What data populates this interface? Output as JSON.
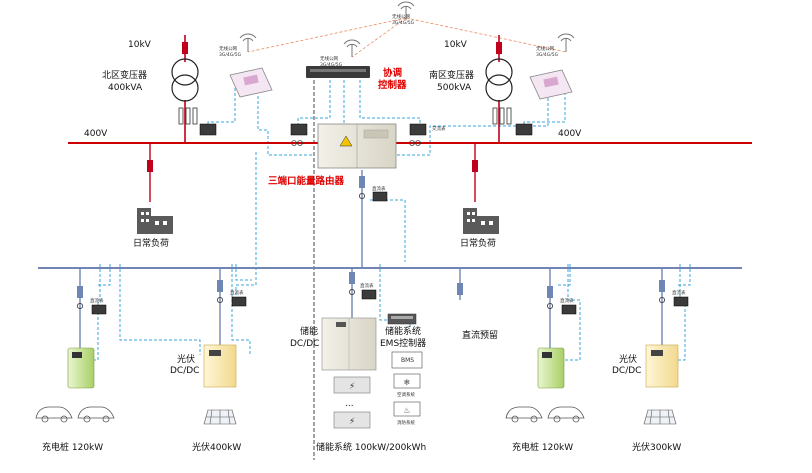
{
  "colors": {
    "ac_bus": "#cc0000",
    "dc_bus": "#6f86b4",
    "comm_line": "#3aa6de",
    "wireless": "#f08a60",
    "breaker": "#c0001a",
    "highlight_text": "#e00000"
  },
  "labels": {
    "wireless_top": [
      "无线公网",
      "3G/4G/5G"
    ],
    "wireless_left": [
      "无线公网",
      "3G/4G/5G"
    ],
    "wireless_center": [
      "无线公网",
      "3G/4G/5G"
    ],
    "wireless_right": [
      "无线公网",
      "3G/4G/5G"
    ],
    "hv_left": "10kV",
    "hv_right": "10kV",
    "trans_left": [
      "北区变压器",
      "400kVA"
    ],
    "trans_right": [
      "南区变压器",
      "500kVA"
    ],
    "coord_ctrl": [
      "协调",
      "控制器"
    ],
    "bus_left": "400V",
    "bus_right": "400V",
    "ac_meter": "交流表",
    "router": "三端口能量路由器",
    "dc_meter": "直流表",
    "load_left": "日常负荷",
    "load_right": "日常负荷",
    "storage_dcdc": [
      "储能",
      "DC/DC"
    ],
    "ems": [
      "储能系统",
      "EMS控制器"
    ],
    "dc_reserve": "直流预留",
    "pv_dcdc_left": [
      "光伏",
      "DC/DC"
    ],
    "pv_dcdc_right": [
      "光伏",
      "DC/DC"
    ],
    "bms_box": "BMS",
    "ac_system": "空调系统",
    "fire_system": "消防系统",
    "battery_dots": "...",
    "bottom": [
      "充电桩 120kW",
      "光伏400kW",
      "储能系统  100kW/200kWh",
      "充电桩 120kW",
      "光伏300kW"
    ]
  },
  "icons": [
    "antenna-icon",
    "transformer-icon",
    "meter-panel-icon",
    "controller-icon",
    "router-cabinet-icon",
    "breaker-icon",
    "ct-coil-icon",
    "building-icon",
    "ev-charger-icon",
    "car-icon",
    "pv-inverter-icon",
    "solar-panel-icon",
    "battery-cabinet-icon",
    "battery-pack-icon",
    "ems-controller-icon"
  ]
}
